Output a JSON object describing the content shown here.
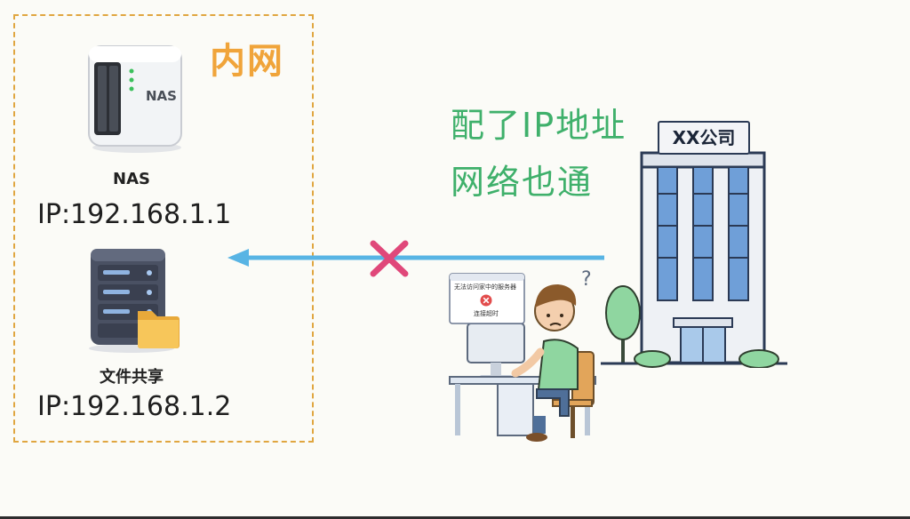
{
  "lan": {
    "title": "内网"
  },
  "nas": {
    "badge": "NAS",
    "label": "NAS",
    "ip": "IP:192.168.1.1"
  },
  "file_share": {
    "label": "文件共享",
    "ip": "IP:192.168.1.2"
  },
  "note": {
    "line1": "配了IP地址",
    "line2": "网络也通"
  },
  "company": {
    "sign": "XX公司"
  },
  "error_dialog": {
    "title": "无法访问家中的服务器",
    "message": "连接超时"
  },
  "user": {
    "question_mark": "?"
  },
  "colors": {
    "lan_border": "#e0a640",
    "lan_title": "#f0a43a",
    "note_text": "#3fb06b",
    "arrow": "#58b4e4",
    "block_mark": "#e0487a"
  }
}
